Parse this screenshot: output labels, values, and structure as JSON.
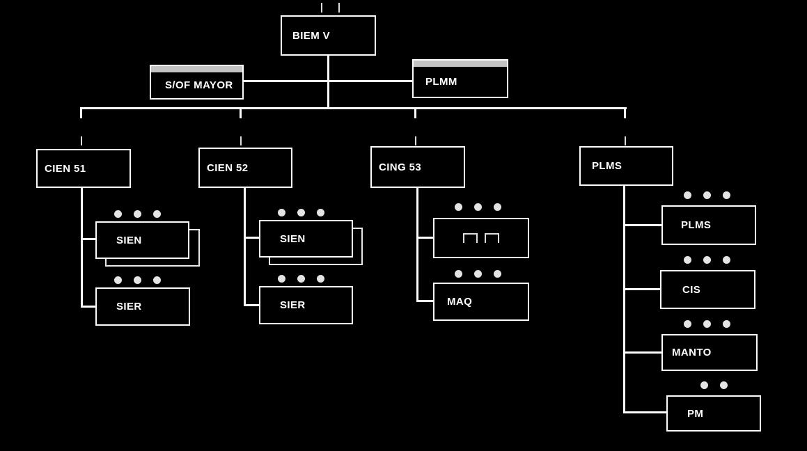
{
  "diagram": {
    "type": "org-chart",
    "colors": {
      "background": "#000000",
      "line": "#fdfdfd",
      "box_border": "#fdfdfd",
      "text": "#ffffff",
      "staff_header_strip": "#c3c3c3",
      "ellipsis_dot": "#e4e4e4"
    },
    "nodes": {
      "biem_v": {
        "label": "BIEM V"
      },
      "sof_mayor": {
        "label": "S/OF MAYOR",
        "staff": true
      },
      "plmm": {
        "label": "PLMM",
        "staff": true
      },
      "cien51": {
        "label": "CIEN 51"
      },
      "cien52": {
        "label": "CIEN 52"
      },
      "cing53": {
        "label": "CING 53"
      },
      "plms": {
        "label": "PLMS"
      },
      "cien51_sien": {
        "label": "SIEN",
        "stacked": true,
        "dots": 3
      },
      "cien51_sier": {
        "label": "SIER",
        "dots": 3
      },
      "cien52_sien": {
        "label": "SIEN",
        "stacked": true,
        "dots": 3
      },
      "cien52_sier": {
        "label": "SIER",
        "dots": 3
      },
      "cing53_unit": {
        "label": "",
        "symbol": "machine-icon",
        "dots": 3
      },
      "cing53_maq": {
        "label": "MAQ",
        "dots": 3
      },
      "plms_plms": {
        "label": "PLMS",
        "dots": 3
      },
      "plms_cis": {
        "label": "CIS",
        "dots": 3
      },
      "plms_manto": {
        "label": "MANTO",
        "dots": 3
      },
      "plms_pm": {
        "label": "PM",
        "dots": 2
      }
    }
  }
}
